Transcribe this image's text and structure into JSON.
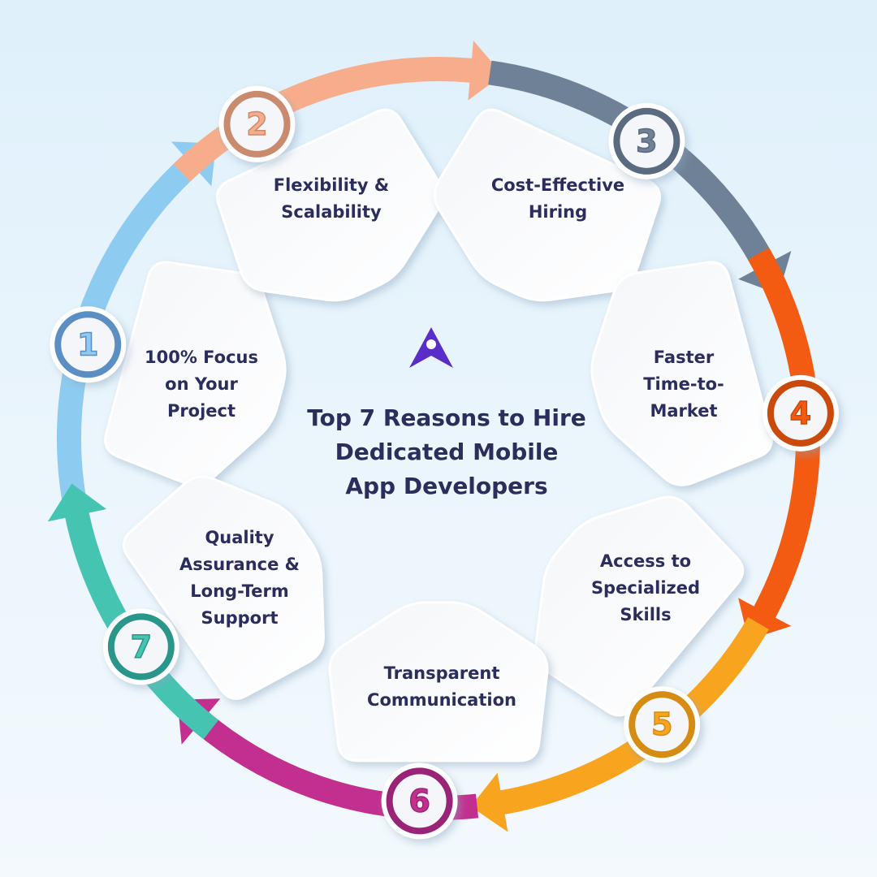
{
  "title_lines": [
    "Top 7 Reasons to Hire",
    "Dedicated Mobile",
    "App Developers"
  ],
  "steps": [
    {
      "number": "1",
      "lines": [
        "100% Focus",
        "on Your",
        "Project"
      ],
      "color": "#8ecbf0",
      "dark": "#5b8fc4"
    },
    {
      "number": "2",
      "lines": [
        "Flexibility &",
        "Scalability"
      ],
      "color": "#f7ad8c",
      "dark": "#c98a6e"
    },
    {
      "number": "3",
      "lines": [
        "Cost-Effective",
        "Hiring"
      ],
      "color": "#6f8197",
      "dark": "#5a6a7f"
    },
    {
      "number": "4",
      "lines": [
        "Faster",
        "Time-to-",
        "Market"
      ],
      "color": "#f35a12",
      "dark": "#c94a0a"
    },
    {
      "number": "5",
      "lines": [
        "Access to",
        "Specialized",
        "Skills"
      ],
      "color": "#f8a41f",
      "dark": "#d48c12"
    },
    {
      "number": "6",
      "lines": [
        "Transparent",
        "Communication"
      ],
      "color": "#c22f8e",
      "dark": "#9b2377"
    },
    {
      "number": "7",
      "lines": [
        "Quality",
        "Assurance &",
        "Long-Term",
        "Support"
      ],
      "color": "#45c4b1",
      "dark": "#2a968a"
    }
  ],
  "logo_color": "#5a2dc8"
}
